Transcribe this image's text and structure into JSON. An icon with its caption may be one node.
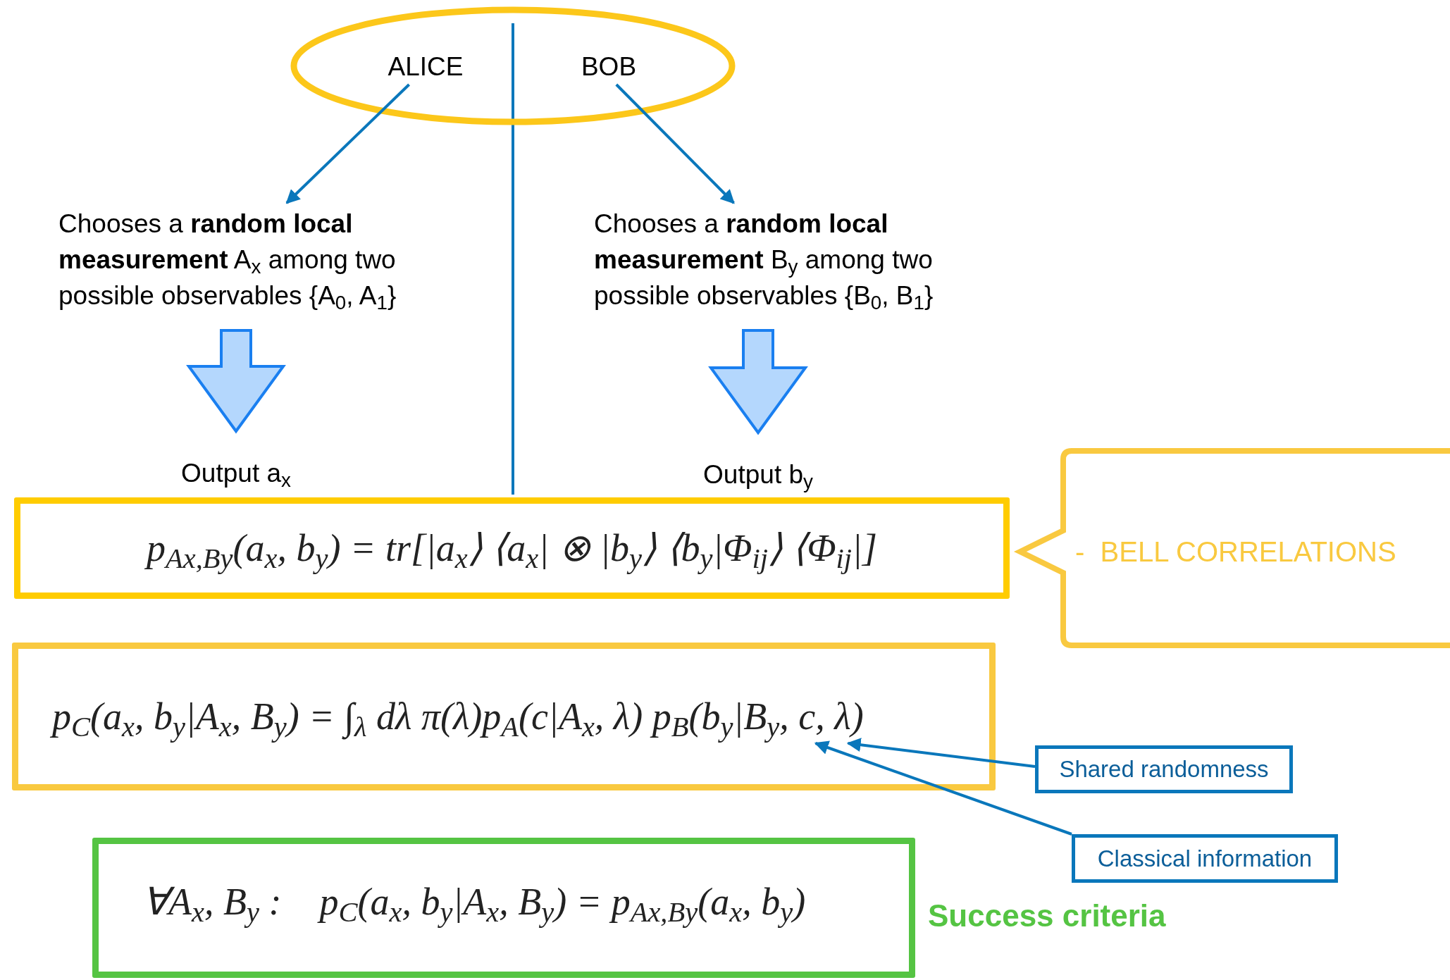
{
  "diagram": {
    "nodes": [
      {
        "text": [],
        "shape": "ellipse"
      },
      {
        "text": [
          "ALICE"
        ],
        "in": 0
      },
      {
        "text": [
          "BOB"
        ],
        "in": 0
      },
      {
        "text": [
          "Chooses a **random local measurement** A$_{x}$ among two possible observables {A$_{0}$, A$_{1}$}"
        ]
      },
      {
        "text": [
          "Chooses a **random local measurement** B$_{y}$ among two possible observables {B$_{0}$, B$_{1}$}"
        ]
      },
      {
        "text": [
          "Output a$_{x}$"
        ]
      },
      {
        "text": [
          "Output b$_{y}$"
        ]
      },
      {
        "text": [
          "p$_{Ax,By}$(a$_{x}$, b$_{y}$) = tr[|a$_{x}$⟩ ⟨a$_{x}$| ⊗ |b$_{y}$⟩ ⟨b$_{y}$|Φ$_{ij}$⟩ ⟨Φ$_{ij}$|]"
        ]
      },
      {
        "text": [
          "-  BELL CORRELATIONS"
        ]
      },
      {
        "text": [
          "p$_{C}$(a$_{x}$, b$_{y}$|A$_{x}$, B$_{y}$) = ∫$_{λ}$ dλ π(λ)p$_{A}$(c|A$_{x}$, λ) p$_{B}$(b$_{y}$|B$_{y}$, c, λ)"
        ]
      },
      {
        "text": [
          "Shared randomness"
        ]
      },
      {
        "text": [
          "Classical information"
        ]
      },
      {
        "text": [
          "∀A$_{x}$, B$_{y}$ :    p$_{C}$(a$_{x}$, b$_{y}$|A$_{x}$, B$_{y}$) = p$_{Ax,By}$(a$_{x}$, b$_{y}$)"
        ],
        "beside": [
          "Success criteria"
        ]
      }
    ],
    "edges": [
      {
        "from": 1,
        "to": 3,
        "arrow": "to"
      },
      {
        "from": 2,
        "to": 4,
        "arrow": "to"
      },
      {
        "from": 3,
        "to": 5,
        "arrow": "to",
        "style": "thick"
      },
      {
        "from": 4,
        "to": 6,
        "arrow": "to",
        "style": "thick"
      },
      {
        "from": 10,
        "to": 9,
        "arrow": "to"
      },
      {
        "from": 11,
        "to": 9,
        "arrow": "to"
      }
    ]
  }
}
